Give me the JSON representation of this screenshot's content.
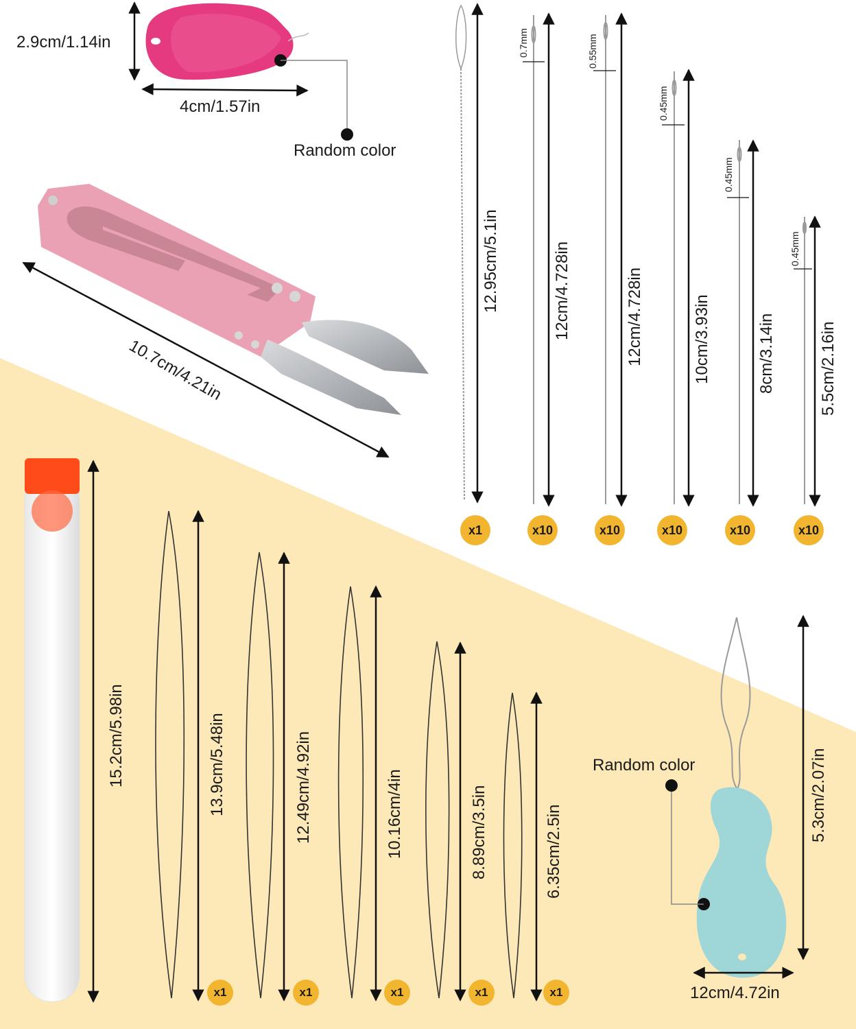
{
  "colors": {
    "background_top": "#ffffff",
    "background_bottom": "#fde8b8",
    "badge": "#f2b530",
    "pink_threader": "#e53a7f",
    "scissors": "#e9a1b3",
    "blue_threader": "#9fd6d8",
    "tube_cap": "#ff4a1a"
  },
  "labels": {
    "threader_top_height": "2.9cm/1.14in",
    "threader_top_width": "4cm/1.57in",
    "random_color_top": "Random color",
    "scissors_length": "10.7cm/4.21in",
    "tube_length": "15.2cm/5.98in",
    "random_color_bottom": "Random color",
    "threader_bottom_height": "5.3cm/2.07in",
    "threader_bottom_width": "12cm/4.72in"
  },
  "needles": [
    {
      "length": "12.95cm/5.1in",
      "eye": "",
      "qty": "x1"
    },
    {
      "length": "12cm/4.728in",
      "eye": "0.7mm",
      "qty": "x10"
    },
    {
      "length": "12cm/4.728in",
      "eye": "0.55mm",
      "qty": "x10"
    },
    {
      "length": "10cm/3.93in",
      "eye": "0.45mm",
      "qty": "x10"
    },
    {
      "length": "8cm/3.14in",
      "eye": "0.45mm",
      "qty": "x10"
    },
    {
      "length": "5.5cm/2.16in",
      "eye": "0.45mm",
      "qty": "x10"
    }
  ],
  "beading_needles": [
    {
      "length": "13.9cm/5.48in",
      "qty": "x1"
    },
    {
      "length": "12.49cm/4.92in",
      "qty": "x1"
    },
    {
      "length": "10.16cm/4in",
      "qty": "x1"
    },
    {
      "length": "8.89cm/3.5in",
      "qty": "x1"
    },
    {
      "length": "6.35cm/2.5in",
      "qty": "x1"
    }
  ]
}
